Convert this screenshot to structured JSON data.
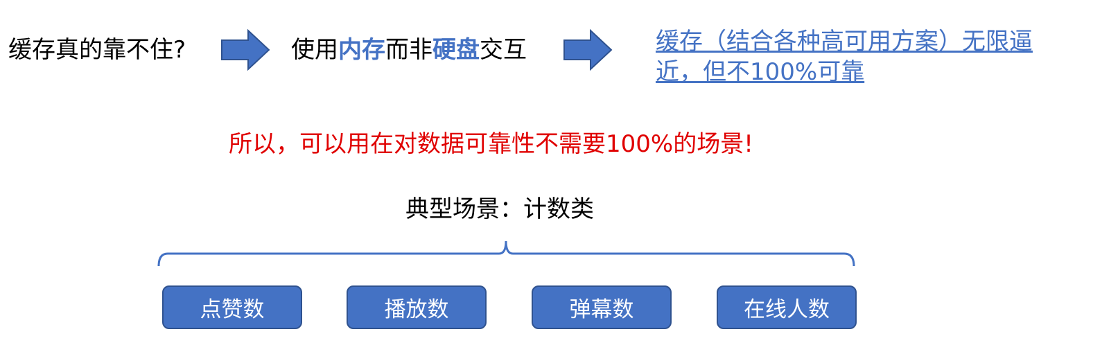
{
  "colors": {
    "accent": "#4472c4",
    "box_border": "#2f528f",
    "warning": "#e00000"
  },
  "row1": {
    "question": "缓存真的靠不住?",
    "statement_prefix": "使用",
    "statement_hl1": "内存",
    "statement_mid": "而非",
    "statement_hl2": "硬盘",
    "statement_suffix": "交互",
    "conclusion": "缓存（结合各种高可用方案）无限逼近，但不100%可靠"
  },
  "takeaway": "所以，可以用在对数据可靠性不需要100%的场景!",
  "typical": {
    "label": "典型场景：计数类"
  },
  "examples": [
    "点赞数",
    "播放数",
    "弹幕数",
    "在线人数"
  ]
}
